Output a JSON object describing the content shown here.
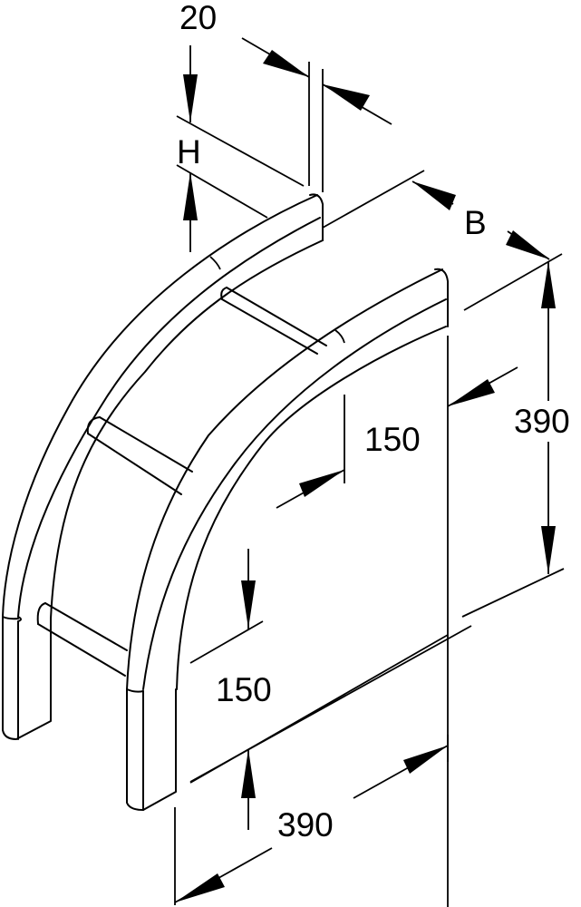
{
  "drawing": {
    "subject": "ladder-cable-tray-vertical-bend-90",
    "colors": {
      "line": "#000000",
      "background": "#ffffff"
    }
  },
  "dimensions": {
    "side_thickness": {
      "label": "20"
    },
    "height": {
      "label": "H"
    },
    "width": {
      "label": "B"
    },
    "right_vertical_extent": {
      "label": "390"
    },
    "inner_radius_horizontal": {
      "label": "150"
    },
    "inner_radius_vertical": {
      "label": "150"
    },
    "bottom_horizontal_extent": {
      "label": "390"
    }
  }
}
